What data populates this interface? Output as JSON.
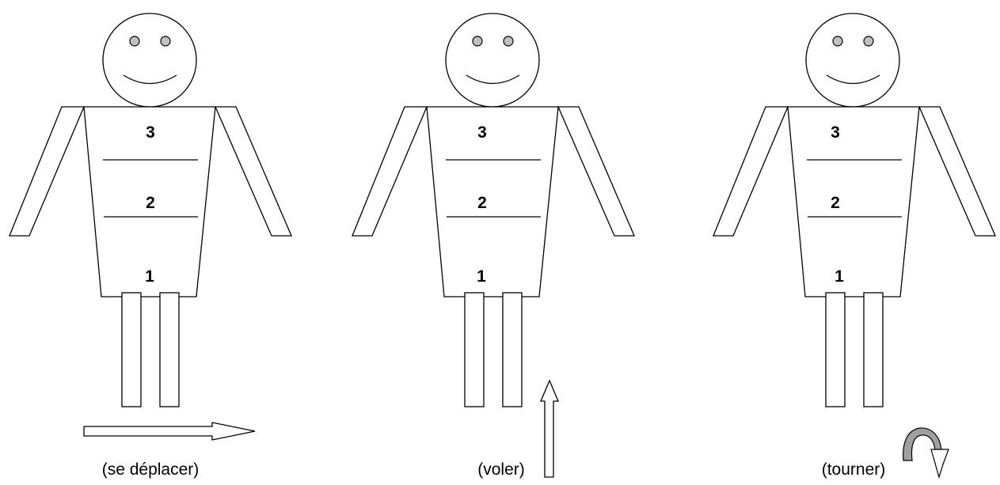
{
  "colors": {
    "line": "#000000",
    "background": "#ffffff",
    "eye": "#c0c0c0",
    "rotate_arrow": "#a0a0a0"
  },
  "figures": [
    {
      "id": "move",
      "sections": [
        "3",
        "2",
        "1"
      ],
      "caption": "(se déplacer)",
      "arrow": "right-arrow"
    },
    {
      "id": "fly",
      "sections": [
        "3",
        "2",
        "1"
      ],
      "caption": "(voler)",
      "arrow": "up-arrow"
    },
    {
      "id": "turn",
      "sections": [
        "3",
        "2",
        "1"
      ],
      "caption": "(tourner)",
      "arrow": "rotate-arrow"
    }
  ]
}
